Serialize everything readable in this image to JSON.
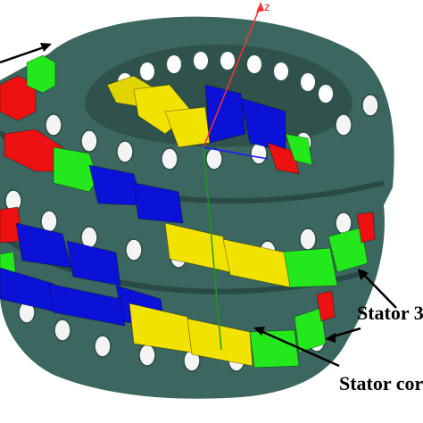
{
  "figure": {
    "axis_label": "z",
    "labels": {
      "stator3": "Stator 3",
      "stator_core": "Stator cor"
    },
    "colors": {
      "core": "#3c6660",
      "core_dark": "#2a4a45",
      "core_light": "#4f7f78",
      "phase_yellow": "#f2e200",
      "phase_blue": "#0a12d8",
      "phase_green": "#22e81c",
      "phase_red": "#ee1111",
      "axis_red": "#ff3030",
      "axis_green": "#1a9a1a",
      "axis_blue": "#1a1aff"
    }
  }
}
